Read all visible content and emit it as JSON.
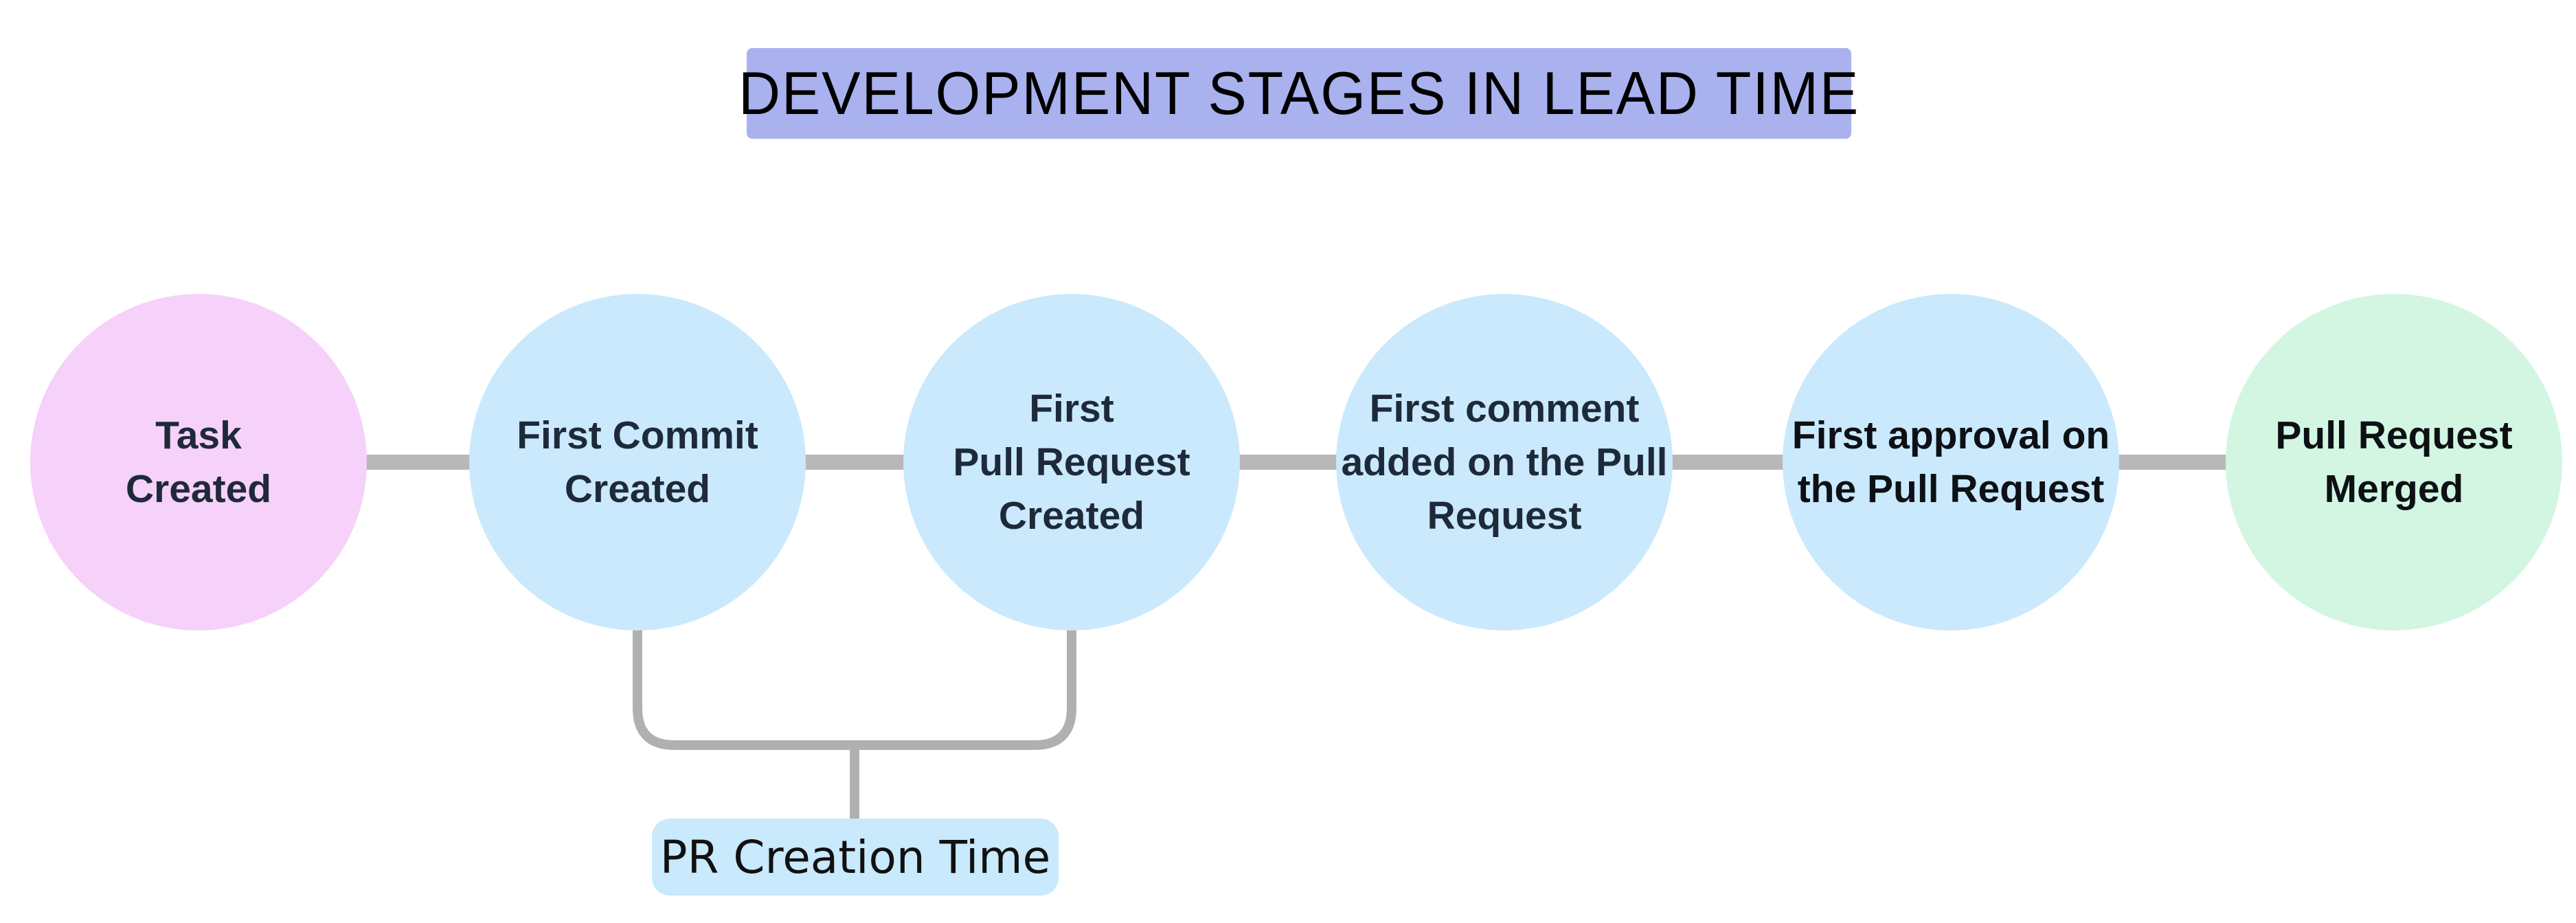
{
  "title": {
    "text": "DEVELOPMENT STAGES IN LEAD TIME"
  },
  "stages": [
    {
      "id": "task-created",
      "label": "Task\nCreated",
      "kind": "start"
    },
    {
      "id": "first-commit-created",
      "label": "First Commit\nCreated",
      "kind": "dev"
    },
    {
      "id": "first-pull-request-created",
      "label": "First\nPull Request\nCreated",
      "kind": "dev"
    },
    {
      "id": "first-comment-added",
      "label": "First comment\nadded on the Pull\nRequest",
      "kind": "dev"
    },
    {
      "id": "first-approval",
      "label": "First approval on\nthe Pull Request",
      "kind": "dev"
    },
    {
      "id": "pull-request-merged",
      "label": "Pull Request\nMerged",
      "kind": "end"
    }
  ],
  "annotation": {
    "label": "PR Creation Time",
    "spans": [
      "first-commit-created",
      "first-pull-request-created"
    ]
  },
  "colors": {
    "page_bg": "#ffffff",
    "title_bg": "#a9b2ee",
    "title_text": "#000000",
    "stage_start_bg": "#f6d1f9",
    "stage_dev_bg": "#cae9fc",
    "stage_end_bg": "#d2f6e1",
    "stage_text": "#1e2a3a",
    "stage_text_dark": "#0d1014",
    "connector": "#b8b8b8",
    "bracket": "#b0b0b0",
    "annotation_bg": "#c9e9fc",
    "annotation_text": "#111111"
  }
}
